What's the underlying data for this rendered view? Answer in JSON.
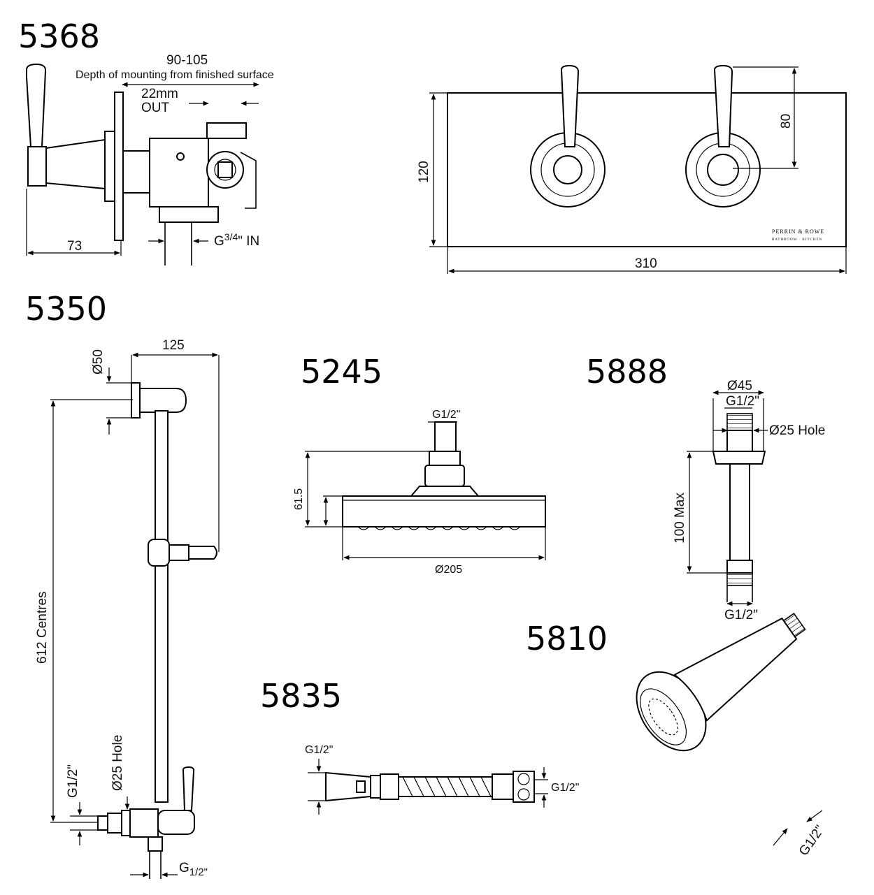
{
  "products": {
    "p5368": {
      "model": "5368",
      "depth_range": "90-105",
      "depth_note": "Depth of mounting from finished surface",
      "outlet_size": "22mm",
      "outlet_label": "OUT",
      "projection": "73",
      "inlet_prefix": "G",
      "inlet_fraction": "3/4",
      "inlet_suffix": "\" IN",
      "plate_height": "120",
      "plate_width": "310",
      "lever_height": "80",
      "brand_line1": "PERRIN & ROWE",
      "brand_line2": "BATHROOM · KITCHEN"
    },
    "p5350": {
      "model": "5350",
      "bracket_dia": "Ø50",
      "projection": "125",
      "centres": "612 Centres",
      "hole": "Ø25 Hole",
      "thread_side": "G1/2\"",
      "thread_bottom_prefix": "G",
      "thread_bottom_fraction": "1/2\""
    },
    "p5245": {
      "model": "5245",
      "thread": "G1/2\"",
      "height": "61.5",
      "diameter": "Ø205"
    },
    "p5888": {
      "model": "5888",
      "diameter": "Ø45",
      "thread_top": "G1/2\"",
      "hole": "Ø25 Hole",
      "length": "100 Max",
      "thread_bottom": "G1/2\""
    },
    "p5835": {
      "model": "5835",
      "thread_left": "G1/2\"",
      "thread_right": "G1/2\""
    },
    "p5810": {
      "model": "5810",
      "thread": "G1/2\""
    }
  }
}
